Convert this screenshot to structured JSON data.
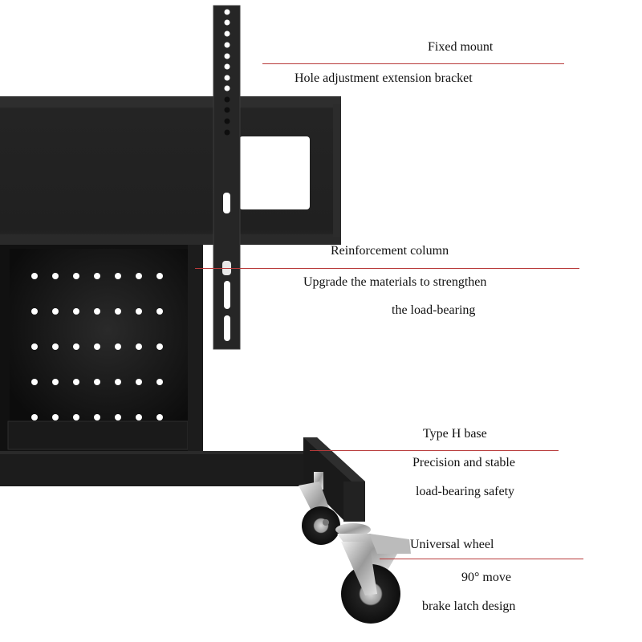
{
  "image": {
    "subject": "Mobile TV stand close-up with feature callouts",
    "colors": {
      "background": "#ffffff",
      "metal": "#1c1c1c",
      "metal_highlight": "#3a3a3a",
      "leader_line": "#b83a3a",
      "text": "#111111"
    }
  },
  "callouts": [
    {
      "title": "Fixed mount",
      "description": [
        "Hole adjustment extension bracket"
      ]
    },
    {
      "title": "Reinforcement column",
      "description": [
        "Upgrade the materials to strengthen",
        "the load-bearing"
      ]
    },
    {
      "title": "Type H base",
      "description": [
        "Precision and stable",
        "load-bearing safety"
      ]
    },
    {
      "title": "Universal wheel",
      "description": [
        "90° move",
        "brake latch design"
      ]
    }
  ]
}
